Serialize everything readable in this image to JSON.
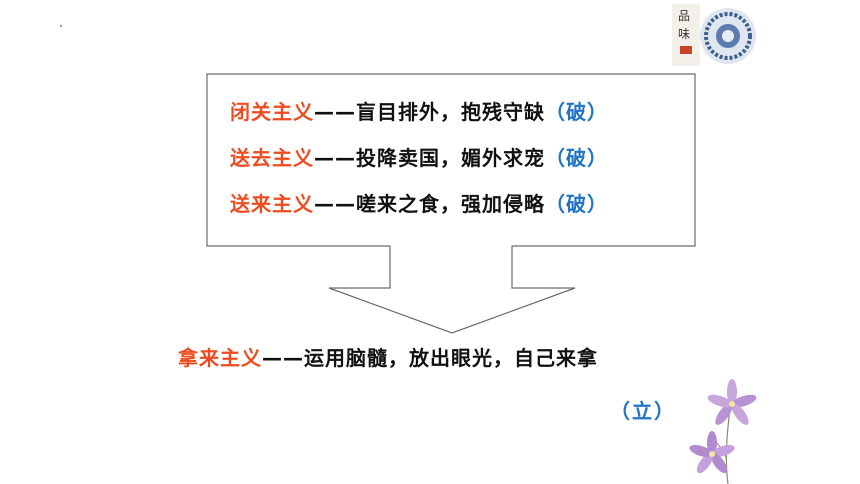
{
  "lines": [
    {
      "term": "闭关主义",
      "desc": "——盲目排外，抱残守缺",
      "tag": "（破）"
    },
    {
      "term": "送去主义",
      "desc": "——投降卖国，媚外求宠",
      "tag": "（破）"
    },
    {
      "term": "送来主义",
      "desc": "——嗟来之食，强加侵略",
      "tag": "（破）"
    }
  ],
  "conclusion": {
    "term": "拿来主义",
    "desc": "——运用脑髓，放出眼光，自己来拿",
    "tag": "（立）"
  },
  "colors": {
    "term": "#ee4b20",
    "tag": "#1f74c8",
    "text": "#111111",
    "frame": "#6b6b6b"
  }
}
